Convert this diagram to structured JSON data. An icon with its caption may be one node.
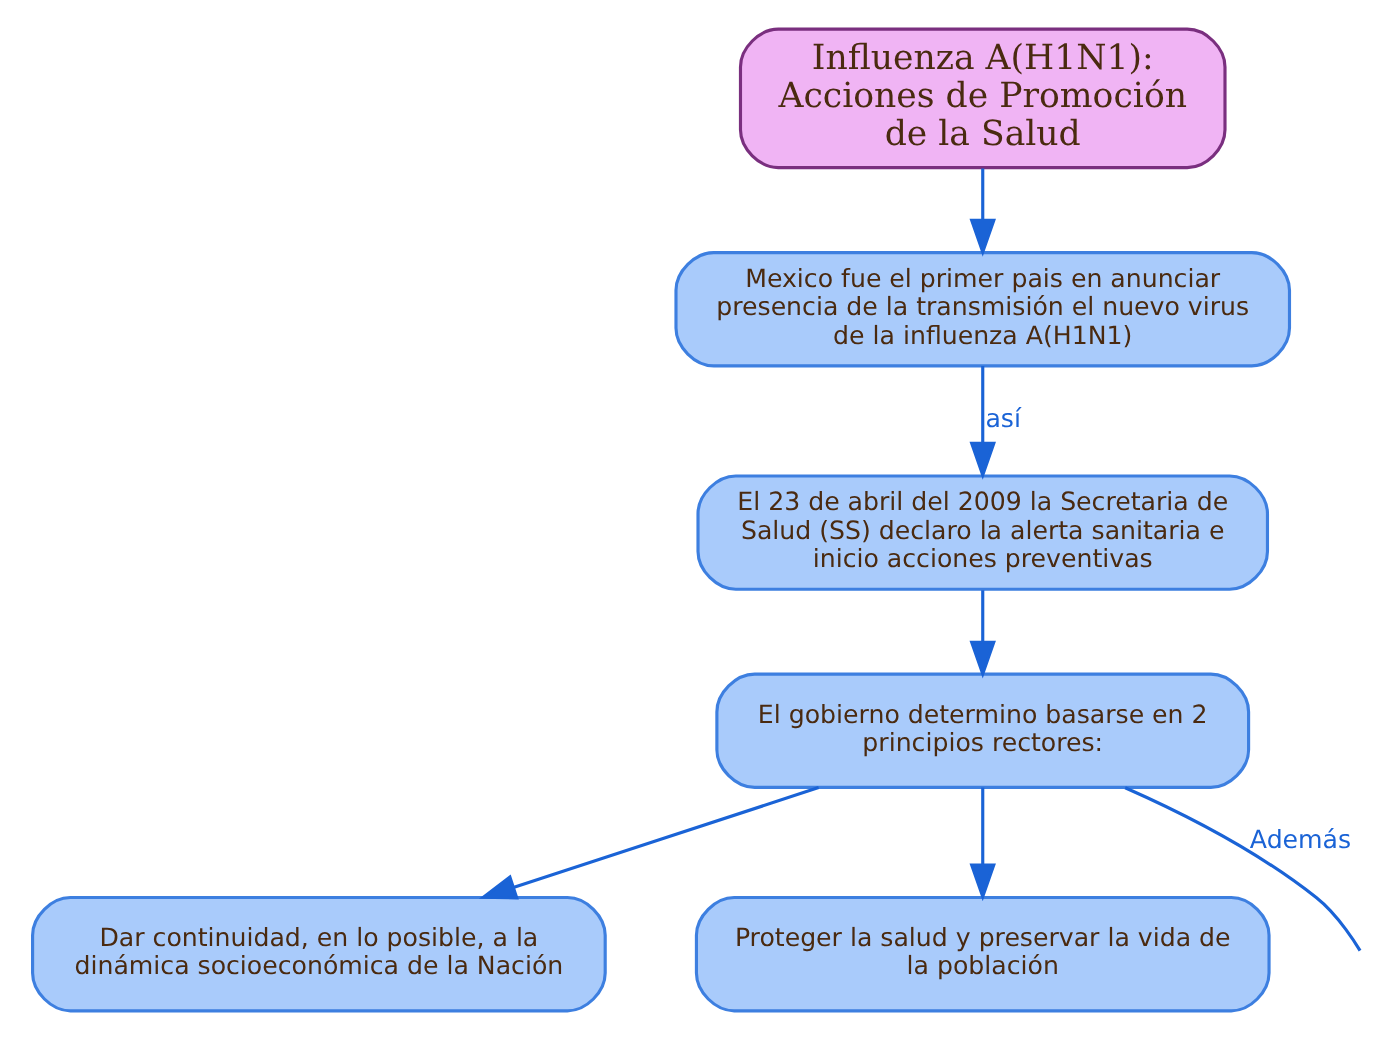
{
  "diagram": {
    "nodes": [
      {
        "text": [
          "Influenza A(H1N1): Acciones de Promoción de la Salud"
        ]
      },
      {
        "text": [
          "Mexico fue el primer pais en anunciar presencia de la transmisión el nuevo virus de la influenza A(H1N1)"
        ]
      },
      {
        "text": [
          "El 23 de abril del 2009 la Secretaria de Salud (SS) declaro la alerta sanitaria e inicio acciones preventivas"
        ]
      },
      {
        "text": [
          "El gobierno determino basarse en 2 principios rectores:"
        ]
      },
      {
        "text": [
          "Dar continuidad, en lo posible, a la dinámica socioeconómica de la Nación"
        ]
      },
      {
        "text": [
          "Proteger la salud y preservar la vida de la población"
        ]
      }
    ],
    "edges": [
      {
        "from": 0,
        "to": 1,
        "arrow": "to"
      },
      {
        "from": 1,
        "to": 2,
        "arrow": "to",
        "label": "así"
      },
      {
        "from": 2,
        "to": 3,
        "arrow": "to"
      },
      {
        "from": 3,
        "to": 4,
        "arrow": "to"
      },
      {
        "from": 3,
        "to": 5,
        "arrow": "to"
      },
      {
        "from": 3,
        "to": null,
        "arrow": "none",
        "label": "Además"
      }
    ]
  }
}
